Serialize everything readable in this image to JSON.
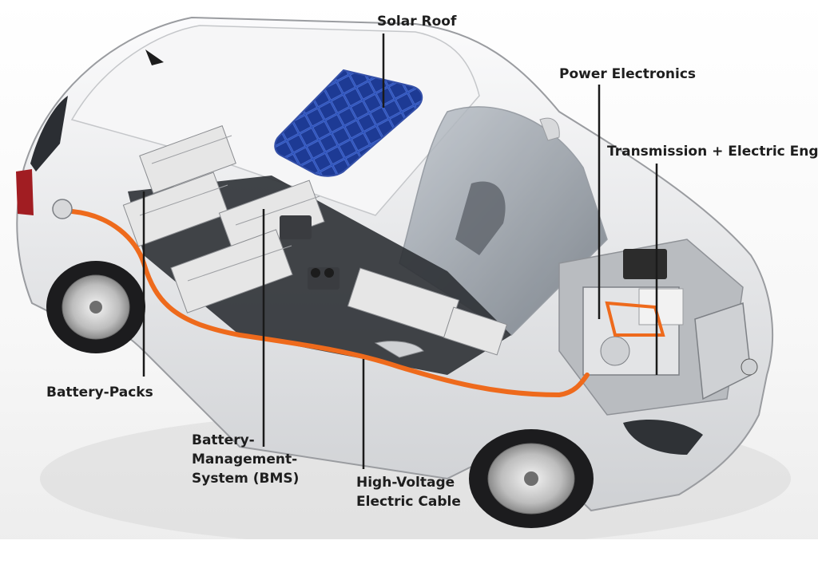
{
  "labels": {
    "solar_roof": "Solar Roof",
    "power_electronics": "Power Electronics",
    "transmission": "Transmission + Electric Engi",
    "battery_packs": "Battery-Packs",
    "bms": "Battery-\nManagement-\nSystem (BMS)",
    "hv_cable": "High-Voltage\nElectric Cable"
  },
  "colors": {
    "car_body": "#e9eaec",
    "solar_panel": "#1f3f9e",
    "hv_cable": "#ee6a1c",
    "battery_cell": "#e6e6e6",
    "leader_line": "#1a1a1a",
    "label_text": "#1e1e1e"
  }
}
